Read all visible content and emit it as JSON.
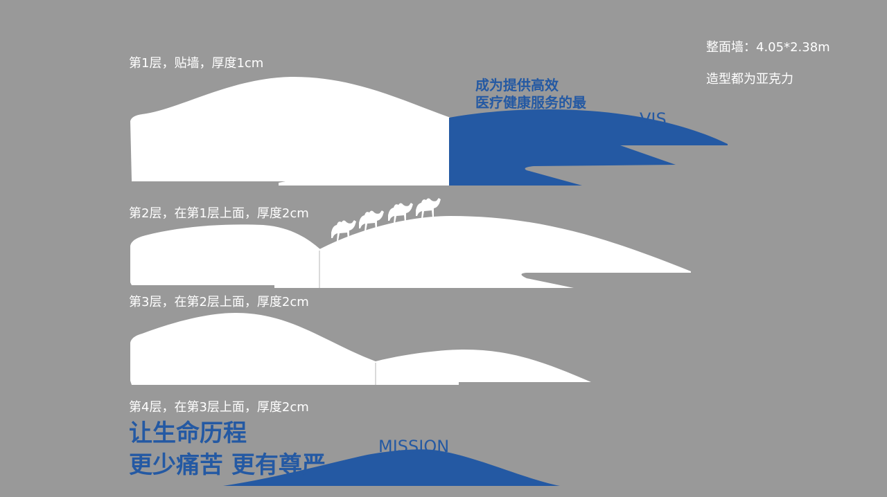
{
  "colors": {
    "background": "#999999",
    "accent": "#2459a3",
    "shape_fill": "#ffffff",
    "label_text": "#ffffff"
  },
  "layers": [
    {
      "label": "第1层，贴墙，厚度1cm"
    },
    {
      "label": "第2层，在第1层上面，厚度2cm"
    },
    {
      "label": "第3层，在第2层上面，厚度2cm"
    },
    {
      "label": "第4层，在第3层上面，厚度2cm"
    }
  ],
  "notes": {
    "wall_size": "整面墙：4.05*2.38m",
    "material": "造型都为亚克力"
  },
  "vision": {
    "line1": "成为提供高效",
    "line2": "医疗健康服务的最",
    "word": "VIS"
  },
  "mission": {
    "line1": "让生命历程",
    "line2": "更少痛苦 更有尊严",
    "word": "MISSION"
  },
  "icons": {
    "camels": "camel-caravan-icon"
  }
}
